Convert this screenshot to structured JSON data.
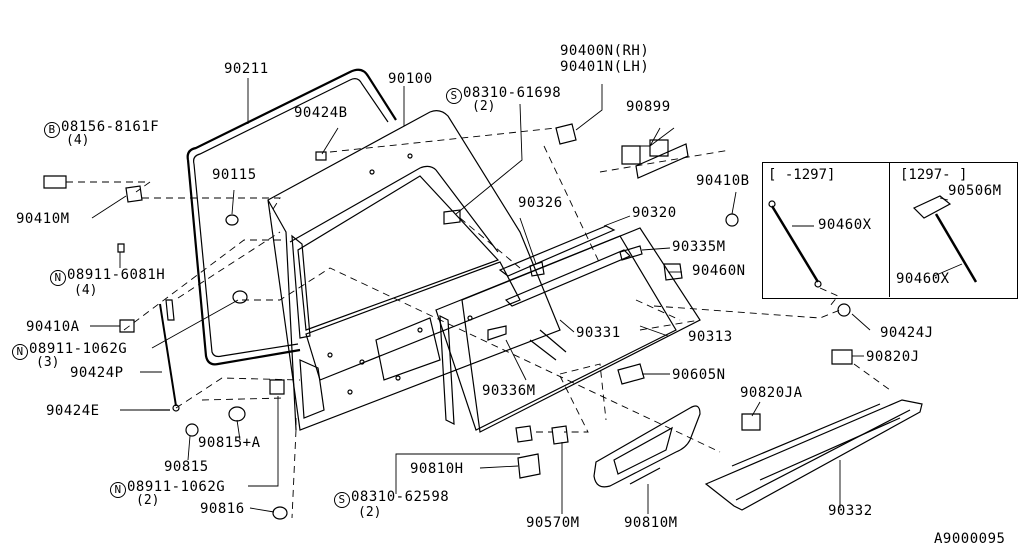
{
  "drawing_code": "A9000095",
  "variant_left": "[      -1297]",
  "variant_right": "[1297-      ]",
  "parts": {
    "p90211": "90211",
    "p90100": "90100",
    "p08310_61698": "08310-61698",
    "p08310_61698_qty": "(2)",
    "p90400N": "90400N(RH)",
    "p90401N": "90401N(LH)",
    "p90899": "90899",
    "p08156_8161F": "08156-8161F",
    "p08156_8161F_qty": "(4)",
    "p90424B": "90424B",
    "p90115": "90115",
    "p90410M": "90410M",
    "p08911_6081H": "08911-6081H",
    "p08911_6081H_qty": "(4)",
    "p90326": "90326",
    "p90320": "90320",
    "p90335M": "90335M",
    "p90460N": "90460N",
    "p90410B": "90410B",
    "p90460X_a": "90460X",
    "p90506M": "90506M",
    "p90460X_b": "90460X",
    "p90410A": "90410A",
    "p08911_1062G_a": "08911-1062G",
    "p08911_1062G_a_qty": "(3)",
    "p90424P": "90424P",
    "p90424E": "90424E",
    "p90331": "90331",
    "p90313": "90313",
    "p90424J": "90424J",
    "p90820J": "90820J",
    "p90336M": "90336M",
    "p90605N": "90605N",
    "p90820JA": "90820JA",
    "p90815A": "90815+A",
    "p90815": "90815",
    "p90810H": "90810H",
    "p08911_1062G_b": "08911-1062G",
    "p08911_1062G_b_qty": "(2)",
    "p08310_62598": "08310-62598",
    "p08310_62598_qty": "(2)",
    "p90816": "90816",
    "p90570M": "90570M",
    "p90810M": "90810M",
    "p90332": "90332"
  },
  "prefix": {
    "B": "B",
    "N": "N",
    "S": "S"
  }
}
